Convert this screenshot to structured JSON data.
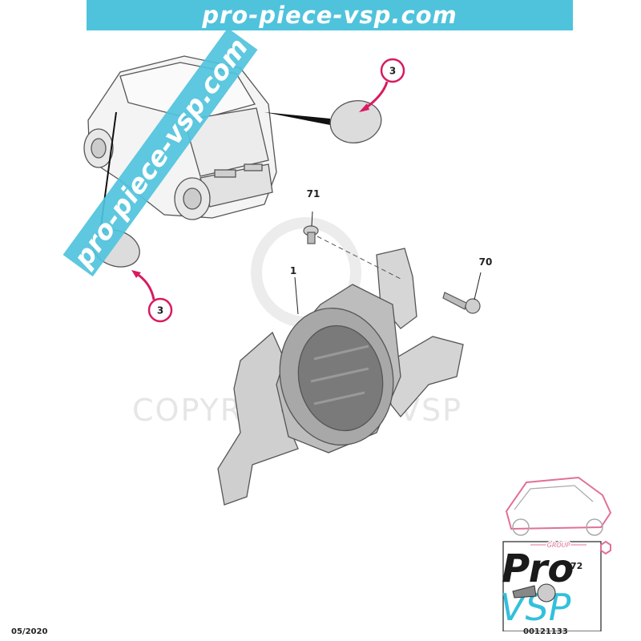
{
  "header": {
    "site": "pro-piece-vsp.com"
  },
  "watermarks": {
    "diagonal": "pro-piece-vsp.com",
    "copyright": "COPYRIGHT Pro VSP",
    "copyright_symbol": "©"
  },
  "callouts": {
    "c3_top": "3",
    "c3_bottom": "3",
    "c71": "71",
    "c70": "70",
    "c1": "1"
  },
  "logo": {
    "group": "GROUP",
    "pro": "Pro",
    "vsp": "VSP",
    "corner_tag": "72"
  },
  "footer": {
    "date": "05/2020",
    "code": "00121133"
  },
  "colors": {
    "banner": "#4fc3dc",
    "callout_arrow": "#d81b60",
    "logo_pink": "#e0709a",
    "logo_dark": "#1a1a1a",
    "logo_cyan": "#33c0dc"
  }
}
